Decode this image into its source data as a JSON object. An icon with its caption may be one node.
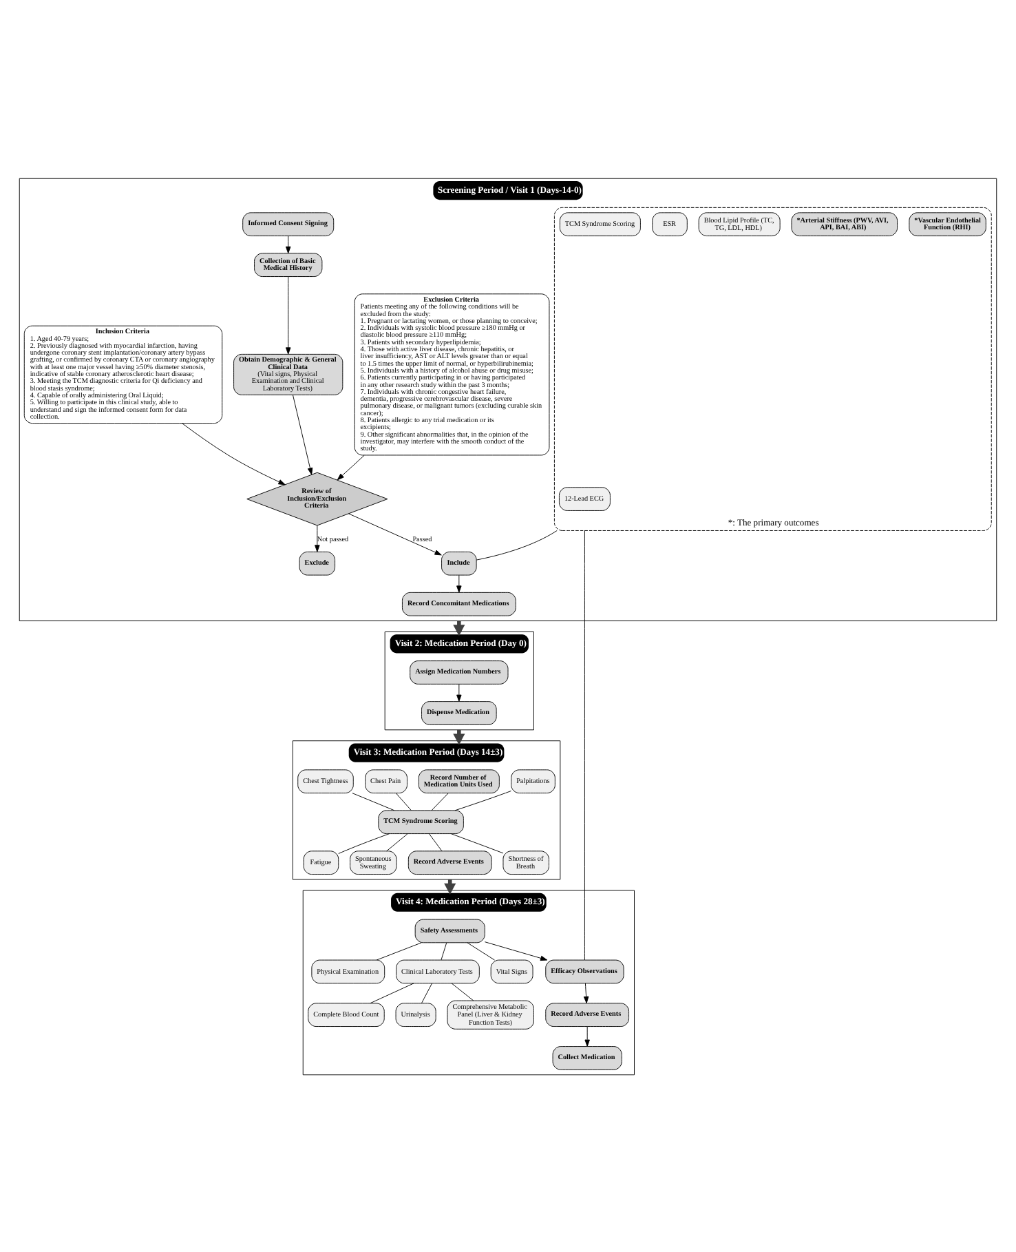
{
  "diagram": {
    "nodes": [
      {
        "text": [
          "Screening Period / Visit 1 (Days-14-0)"
        ]
      },
      {
        "text": [
          "Informed Consent Signing"
        ],
        "in": 0
      },
      {
        "text": [
          "Collection of Basic Medical History"
        ],
        "in": 0
      },
      {
        "text": [
          "Obtain Demographic & General Clinical Data",
          "(Vital signs, Physical Examination and Clinical Laboratory Tests)"
        ],
        "in": 0
      },
      {
        "text": [
          "Inclusion Criteria",
          "1. Aged 40-79 years;",
          "2. Previously diagnosed with myocardial infarction, having undergone coronary stent implantation/coronary artery bypass grafting, or confirmed by coronary CTA or coronary angiography with at least one major vessel having ≥50% diameter stenosis, indicative of stable coronary atherosclerotic heart disease;",
          "3. Meeting the TCM diagnostic criteria for Qi deficiency and blood stasis syndrome;",
          "4. Capable of orally administering Oral Liquid;",
          "5. Willing to participate in this clinical study, able to understand and sign the informed consent form for data collection."
        ],
        "in": 0
      },
      {
        "text": [
          "Exclusion Criteria",
          "Patients meeting any of the following conditions will be excluded from the study:",
          "1. Pregnant or lactating women, or those planning to conceive;",
          "2. Individuals with systolic blood pressure ≥180 mmHg or diastolic blood pressure ≥110 mmHg;",
          "3. Patients with secondary hyperlipidemia;",
          "4. Those with active liver disease, chronic hepatitis, or liver insufficiency, AST or ALT levels greater than or equal to 1.5 times the upper limit of normal, or hyperbilirubinemia;",
          "5. Individuals with a history of alcohol abuse or drug misuse;",
          "6. Patients currently participating in or having participated in any other research study within the past 3 months;",
          "7. Individuals with chronic congestive heart failure, dementia, progressive cerebrovascular disease, severe pulmonary disease, or malignant tumors (excluding curable skin cancer);",
          "8. Patients allergic to any trial medication or its excipients;",
          "9. Other significant abnormalities that, in the opinion of the investigator, may interfere with the smooth conduct of the study."
        ],
        "in": 0
      },
      {
        "text": [
          "Review of Inclusion/Exclusion Criteria"
        ],
        "in": 0
      },
      {
        "text": [
          "*: The primary outcomes"
        ],
        "in": 0
      },
      {
        "text": [
          "*Vascular Endothelial Function (RHI)"
        ],
        "in": 7
      },
      {
        "text": [
          "*Arterial Stiffness (PWV, AVI, API, BAI, ABI)"
        ],
        "in": 7
      },
      {
        "text": [
          "Blood Lipid Profile (TC, TG, LDL, HDL)"
        ],
        "in": 7
      },
      {
        "text": [
          "ESR"
        ],
        "in": 7
      },
      {
        "text": [
          "TCM Syndrome Scoring"
        ],
        "in": 7
      },
      {
        "text": [
          "12-Lead ECG"
        ],
        "in": 7
      },
      {
        "text": [
          "Include"
        ],
        "in": 0
      },
      {
        "text": [
          "Exclude"
        ],
        "in": 0
      },
      {
        "text": [
          "Record Concomitant Medications"
        ],
        "in": 0
      },
      {
        "text": [
          "Visit 2: Medication Period (Day 0)"
        ]
      },
      {
        "text": [
          "Assign Medication Numbers"
        ],
        "in": 17
      },
      {
        "text": [
          "Dispense Medication"
        ],
        "in": 17
      },
      {
        "text": [
          "Visit 3: Medication Period (Days 14±3)"
        ]
      },
      {
        "text": [
          "Record Number of Medication Units Used"
        ],
        "in": 20
      },
      {
        "text": [
          "Chest Pain"
        ],
        "in": 20
      },
      {
        "text": [
          "Chest Tightness"
        ],
        "in": 20
      },
      {
        "text": [
          "Palpitations"
        ],
        "in": 20
      },
      {
        "text": [
          "TCM Syndrome Scoring"
        ],
        "in": 20
      },
      {
        "text": [
          "Shortness of Breath"
        ],
        "in": 20
      },
      {
        "text": [
          "Fatigue"
        ],
        "in": 20
      },
      {
        "text": [
          "Spontaneous Sweating"
        ],
        "in": 20
      },
      {
        "text": [
          "Record Adverse Events"
        ],
        "in": 20
      },
      {
        "text": [
          "Visit 4: Medication Period (Days 28±3)"
        ]
      },
      {
        "text": [
          "Safety Assessments"
        ],
        "in": 30
      },
      {
        "text": [
          "Efficacy Observations"
        ],
        "in": 30
      },
      {
        "text": [
          "Record Adverse Events"
        ],
        "in": 30
      },
      {
        "text": [
          "Collect Medication"
        ],
        "in": 30
      },
      {
        "text": [
          "Vital Signs"
        ],
        "in": 30
      },
      {
        "text": [
          "Physical Examination"
        ],
        "in": 30
      },
      {
        "text": [
          "Clinical Laboratory Tests"
        ],
        "in": 30
      },
      {
        "text": [
          "Complete Blood Count"
        ],
        "in": 30
      },
      {
        "text": [
          "Urinalysis"
        ],
        "in": 30
      },
      {
        "text": [
          "Comprehensive Metabolic Panel (Liver & Kidney Function Tests)"
        ],
        "in": 30
      }
    ],
    "edges": [
      {
        "from": 1,
        "to": 2,
        "arrow": "to"
      },
      {
        "from": 2,
        "to": 3,
        "arrow": "to"
      },
      {
        "from": 3,
        "to": 6,
        "arrow": "to"
      },
      {
        "from": 4,
        "to": 6,
        "arrow": "to"
      },
      {
        "from": 5,
        "to": 6,
        "arrow": "to"
      },
      {
        "from": 6,
        "to": 14,
        "arrow": "to",
        "label": "Passed"
      },
      {
        "from": 6,
        "to": 15,
        "arrow": "to",
        "label": "Not passed"
      },
      {
        "from": 14,
        "to": 16,
        "arrow": "to"
      },
      {
        "from": 7,
        "to": 14,
        "arrow": "none"
      },
      {
        "from": 0,
        "to": 17,
        "arrow": "to",
        "style": "thick",
        "color": "#404040"
      },
      {
        "from": 18,
        "to": 19,
        "arrow": "to"
      },
      {
        "from": 17,
        "to": 20,
        "arrow": "to",
        "style": "thick",
        "color": "#404040"
      },
      {
        "from": 21,
        "to": 25,
        "arrow": "none"
      },
      {
        "from": 22,
        "to": 25,
        "arrow": "none"
      },
      {
        "from": 23,
        "to": 25,
        "arrow": "none"
      },
      {
        "from": 24,
        "to": 25,
        "arrow": "none"
      },
      {
        "from": 25,
        "to": 26,
        "arrow": "none"
      },
      {
        "from": 25,
        "to": 27,
        "arrow": "none"
      },
      {
        "from": 25,
        "to": 28,
        "arrow": "none"
      },
      {
        "from": 25,
        "to": 29,
        "arrow": "none"
      },
      {
        "from": 20,
        "to": 30,
        "arrow": "to",
        "style": "thick",
        "color": "#404040"
      },
      {
        "from": 31,
        "to": 32,
        "arrow": "to"
      },
      {
        "from": 32,
        "to": 33,
        "arrow": "to"
      },
      {
        "from": 33,
        "to": 34,
        "arrow": "to"
      },
      {
        "from": 31,
        "to": 35,
        "arrow": "none"
      },
      {
        "from": 31,
        "to": 36,
        "arrow": "none"
      },
      {
        "from": 31,
        "to": 37,
        "arrow": "none"
      },
      {
        "from": 37,
        "to": 38,
        "arrow": "none"
      },
      {
        "from": 37,
        "to": 39,
        "arrow": "none"
      },
      {
        "from": 37,
        "to": 40,
        "arrow": "none"
      },
      {
        "from": 7,
        "to": 32,
        "arrow": "none"
      }
    ]
  }
}
